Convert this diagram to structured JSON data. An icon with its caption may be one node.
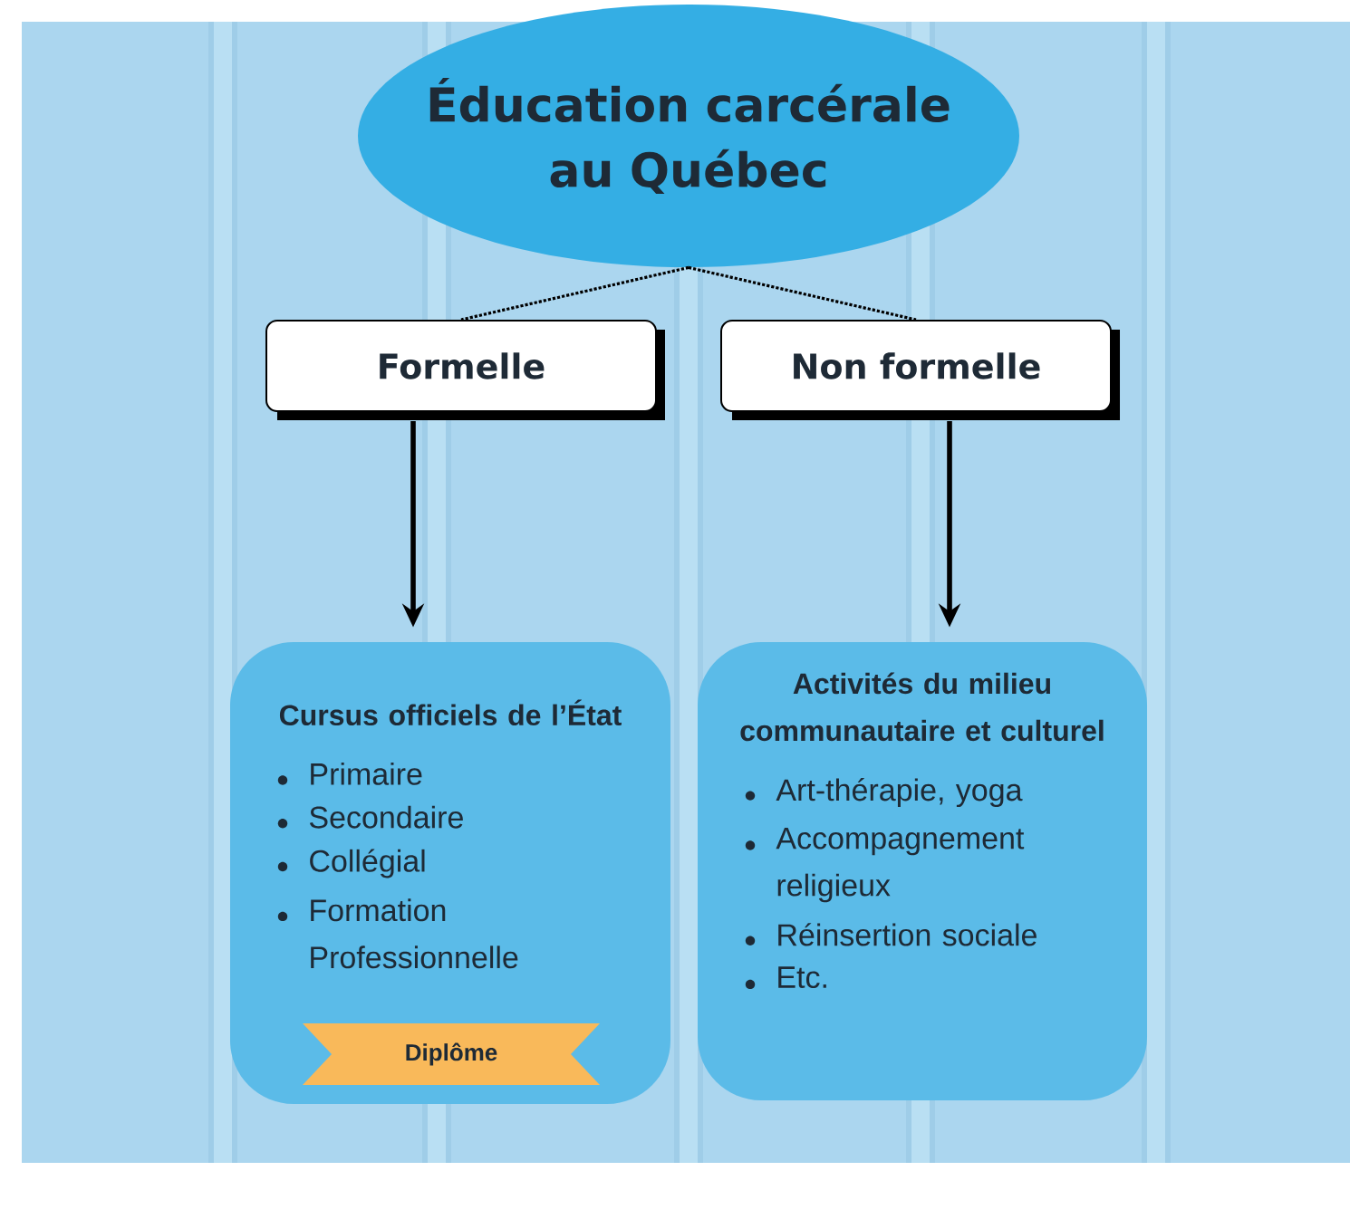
{
  "diagram": {
    "nodes": [
      {
        "text": [
          "Éducation carcérale au Québec"
        ]
      },
      {
        "text": [
          "Formelle"
        ]
      },
      {
        "text": [
          "Non formelle"
        ]
      },
      {
        "text": [
          "Cursus officiels de l’État",
          "Primaire",
          "Secondaire",
          "Collégial",
          "Formation Professionnelle"
        ]
      },
      {
        "text": [
          "Diplôme"
        ],
        "in": 3
      },
      {
        "text": [
          "Activités du milieu communautaire et culturel",
          "Art-thérapie, yoga",
          "Accompagnement religieux",
          "Réinsertion sociale",
          "Etc."
        ]
      }
    ],
    "edges": [
      {
        "from": 0,
        "to": 1,
        "arrow": "none",
        "style": "dashed"
      },
      {
        "from": 0,
        "to": 2,
        "arrow": "none",
        "style": "dashed"
      },
      {
        "from": 1,
        "to": 3,
        "arrow": "to"
      },
      {
        "from": 2,
        "to": 5,
        "arrow": "to"
      }
    ]
  }
}
